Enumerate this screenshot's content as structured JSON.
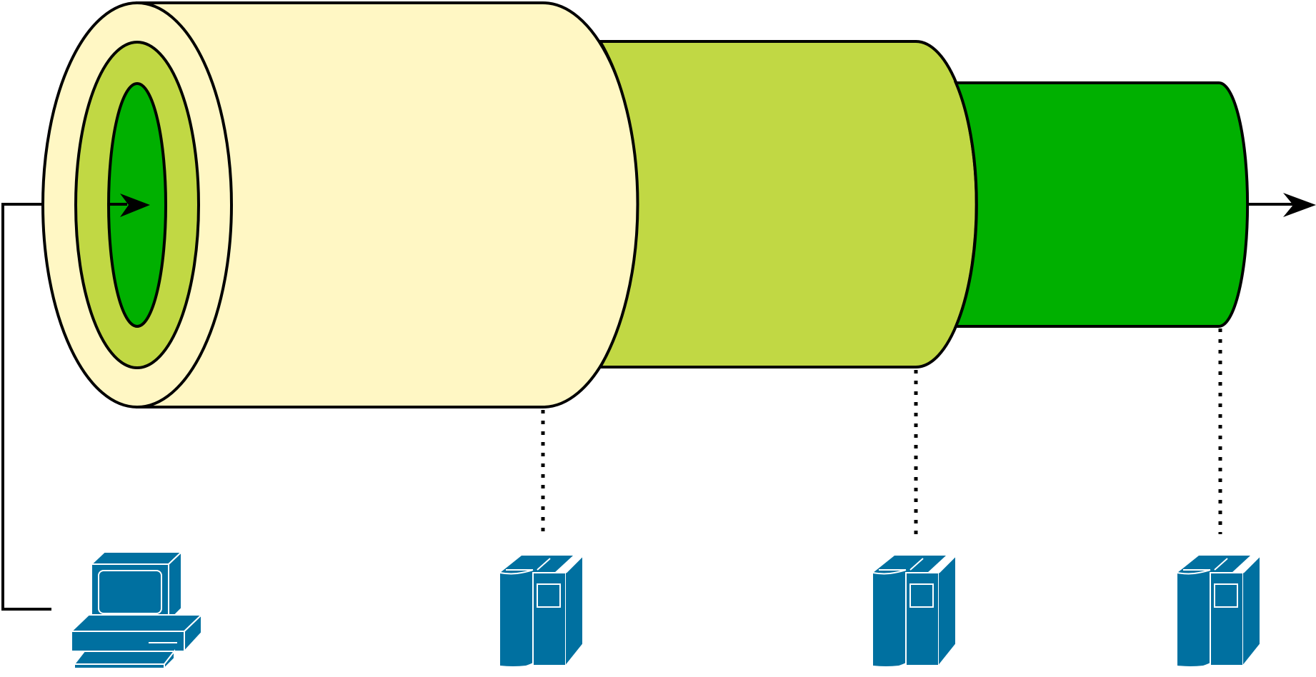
{
  "diagram": {
    "title": "",
    "colors": {
      "outer_layer": "#FFF7C4",
      "middle_layer": "#C1D844",
      "inner_layer": "#00B000",
      "outline": "#000000",
      "device": "#0070A0",
      "device_edge": "#FFFFFF"
    },
    "layers": [
      {
        "id": "outer",
        "icon": "tunnel-layer"
      },
      {
        "id": "middle",
        "icon": "tunnel-layer"
      },
      {
        "id": "inner",
        "icon": "tunnel-layer"
      }
    ],
    "devices": [
      {
        "id": "client",
        "icon": "pc-workstation-icon"
      },
      {
        "id": "server-1",
        "icon": "server-tower-icon"
      },
      {
        "id": "server-2",
        "icon": "server-tower-icon"
      },
      {
        "id": "server-3",
        "icon": "server-tower-icon"
      }
    ],
    "labels": []
  }
}
